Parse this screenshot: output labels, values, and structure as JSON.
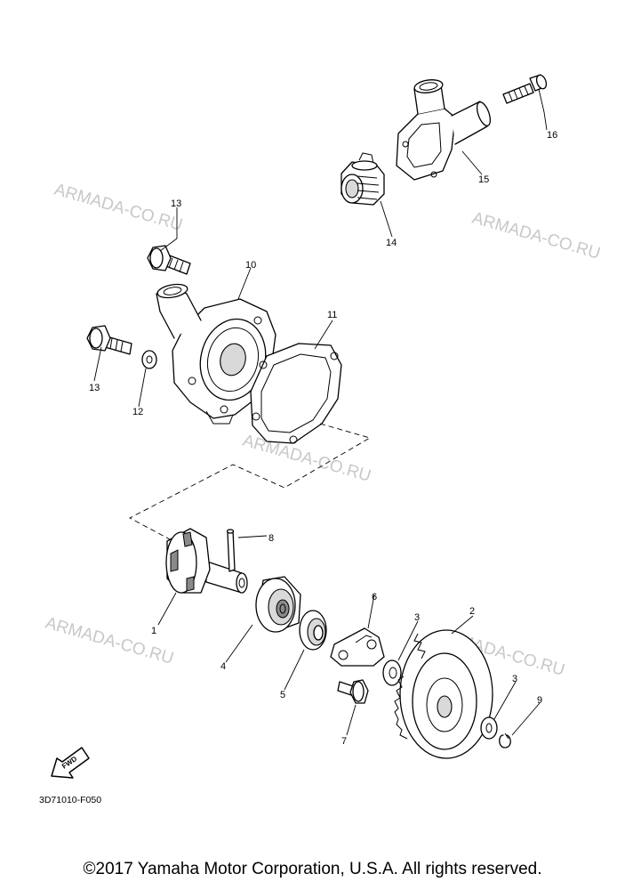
{
  "callouts": {
    "c1": "1",
    "c2": "2",
    "c3a": "3",
    "c3b": "3",
    "c4": "4",
    "c5": "5",
    "c6": "6",
    "c7": "7",
    "c8": "8",
    "c9": "9",
    "c10": "10",
    "c11": "11",
    "c12": "12",
    "c13a": "13",
    "c13b": "13",
    "c14": "14",
    "c15": "15",
    "c16": "16"
  },
  "watermark": "ARMADA-CO.RU",
  "fwd_label": "FWD",
  "diagram_code": "3D71010-F050",
  "copyright": "©2017 Yamaha Motor Corporation, U.S.A. All rights reserved."
}
